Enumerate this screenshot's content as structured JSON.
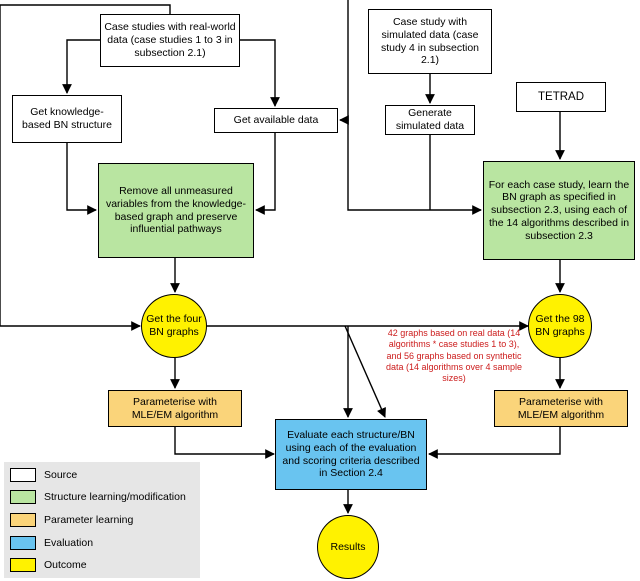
{
  "colors": {
    "source": "#ffffff",
    "structure_learning": "#b9e5a1",
    "parameter_learning": "#fad47a",
    "evaluation": "#69c4f0",
    "outcome": "#fff200",
    "note_text": "#cc1c1c"
  },
  "nodes": {
    "case_real": "Case studies with real-world data (case studies 1 to 3 in subsection 2.1)",
    "case_sim": "Case study with simulated data (case study 4 in subsection 2.1)",
    "tetrad": "TETRAD",
    "get_kb": "Get knowledge-based BN structure",
    "get_data": "Get available data",
    "generate": "Generate simulated data",
    "remove": "Remove all unmeasured variables from the knowledge-based graph and preserve influential pathways",
    "learn": "For each case study, learn the BN graph as specified in subsection 2.3, using each of the 14 algorithms described in subsection 2.3",
    "four_bn": "Get the four BN graphs",
    "ninetyeight_bn": "Get the 98 BN graphs",
    "param_left": "Parameterise with MLE/EM algorithm",
    "param_right": "Parameterise with MLE/EM algorithm",
    "evaluate": "Evaluate each structure/BN using each of the evaluation and scoring criteria described in Section 2.4",
    "results": "Results"
  },
  "note": "42 graphs based on real data (14 algorithms * case studies 1 to 3), and 56 graphs based on synthetic data (14 algorithms over 4 sample sizes)",
  "legend": [
    {
      "label": "Source",
      "color": "#ffffff"
    },
    {
      "label": "Structure learning/modification",
      "color": "#b9e5a1"
    },
    {
      "label": "Parameter learning",
      "color": "#fad47a"
    },
    {
      "label": "Evaluation",
      "color": "#69c4f0"
    },
    {
      "label": "Outcome",
      "color": "#fff200"
    }
  ]
}
